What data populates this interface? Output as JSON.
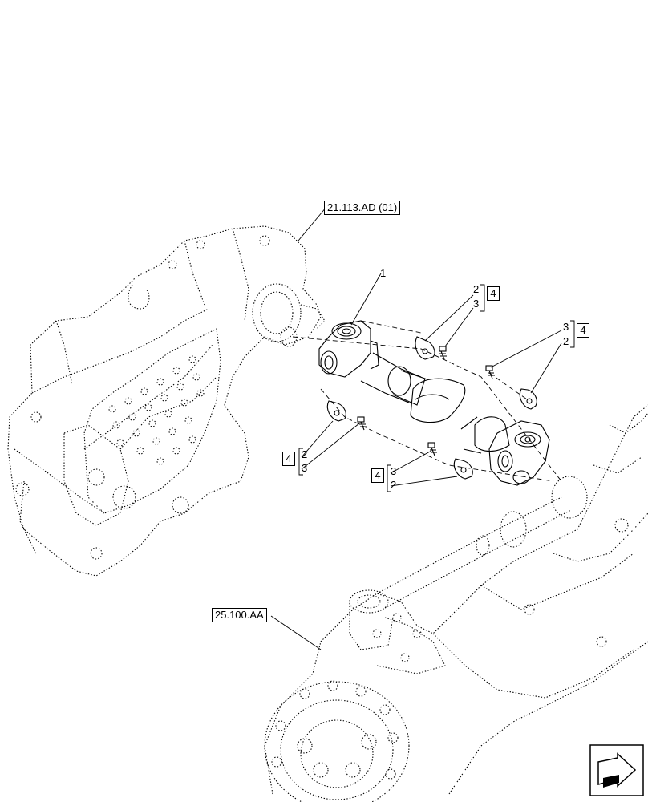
{
  "references": {
    "transmission_ref": "21.113.AD (01)",
    "axle_ref": "25.100.AA"
  },
  "callouts": {
    "driveshaft": "1",
    "clip_top": "2",
    "bolt_top": "3",
    "bolt_right": "3",
    "clip_right": "2",
    "clip_left": "2",
    "bolt_left": "3",
    "bolt_bottom": "3",
    "clip_bottom": "2"
  },
  "kit_labels": {
    "kit_top": "4",
    "kit_right": "4",
    "kit_left": "4",
    "kit_bottom": "4"
  },
  "icons": {
    "navigation": "next-page-arrow-icon"
  }
}
